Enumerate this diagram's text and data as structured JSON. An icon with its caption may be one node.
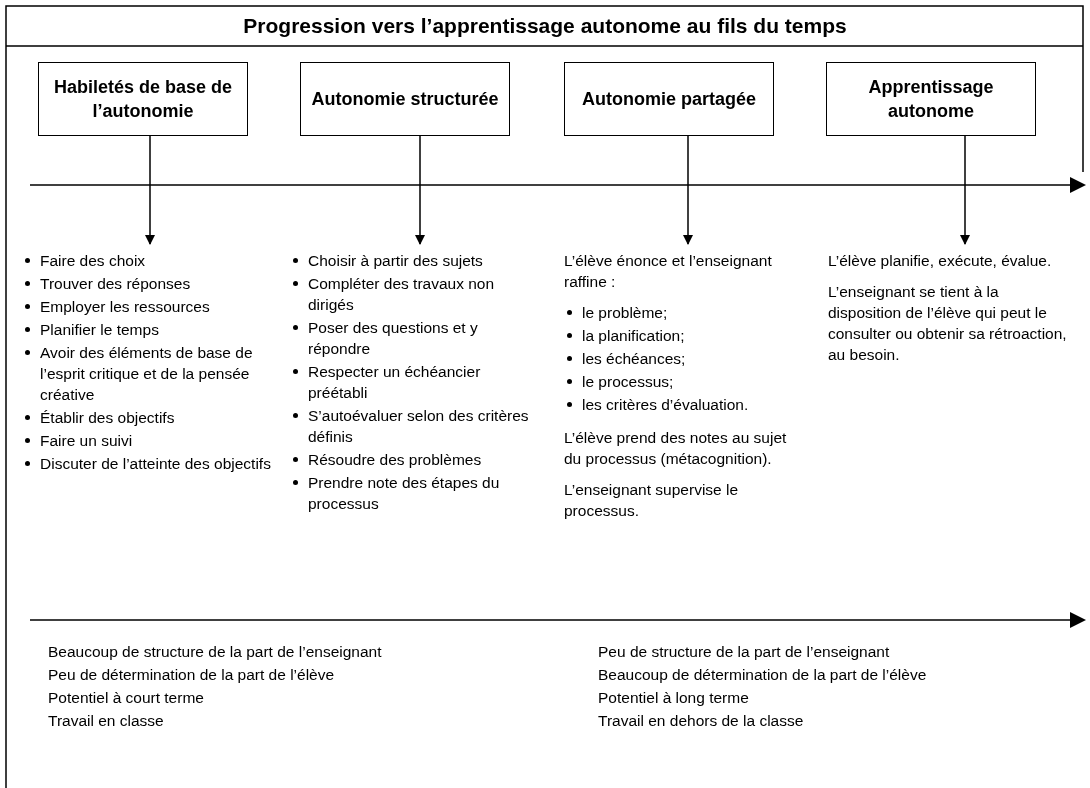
{
  "diagram": {
    "title": "Progression vers l’apprentissage autonome au fils du temps",
    "nodes": [
      {
        "text": [
          "Habiletés de base de l’autonomie"
        ]
      },
      {
        "text": [
          "Autonomie structurée"
        ]
      },
      {
        "text": [
          "Autonomie partagée"
        ]
      },
      {
        "text": [
          "Apprentissage autonome"
        ]
      },
      {
        "text": [
          "Faire des choix",
          "Trouver des réponses",
          "Employer les ressources",
          "Planifier le temps",
          "Avoir des éléments de base de l’esprit critique et de la pensée créative",
          "Établir des objectifs",
          "Faire un suivi",
          "Discuter de l’atteinte des objectifs"
        ]
      },
      {
        "text": [
          "Choisir à partir des sujets",
          "Compléter des travaux non dirigés",
          "Poser des questions et y répondre",
          "Respecter un échéancier préétabli",
          "S’autoévaluer selon des critères définis",
          "Résoudre des problèmes",
          "Prendre note des étapes du processus"
        ]
      },
      {
        "text": [
          "L’élève énonce et l’enseignant raffine :",
          "le problème;",
          "la planification;",
          "les échéances;",
          "le processus;",
          "les critères d’évaluation.",
          "L’élève prend des notes au sujet du processus (métacognition).",
          "L’enseignant supervise le processus."
        ]
      },
      {
        "text": [
          "L’élève planifie, exécute, évalue.",
          "L’enseignant se tient à la disposition de l’élève qui peut le consulter ou obtenir sa rétroaction, au besoin."
        ]
      }
    ],
    "edges": [
      {
        "from": 0,
        "to": 4,
        "arrow": "to"
      },
      {
        "from": 1,
        "to": 5,
        "arrow": "to"
      },
      {
        "from": 2,
        "to": 6,
        "arrow": "to"
      },
      {
        "from": 3,
        "to": 7,
        "arrow": "to"
      }
    ],
    "labels": [
      "Beaucoup de structure de la part de l’enseignant",
      "Peu de détermination de la part de l’élève",
      "Potentiel à court terme",
      "Travail en classe",
      "Peu de structure de la part de l’enseignant",
      "Beaucoup de détermination de la part de l’élève",
      "Potentiel à long terme",
      "Travail en dehors de la classe"
    ]
  }
}
